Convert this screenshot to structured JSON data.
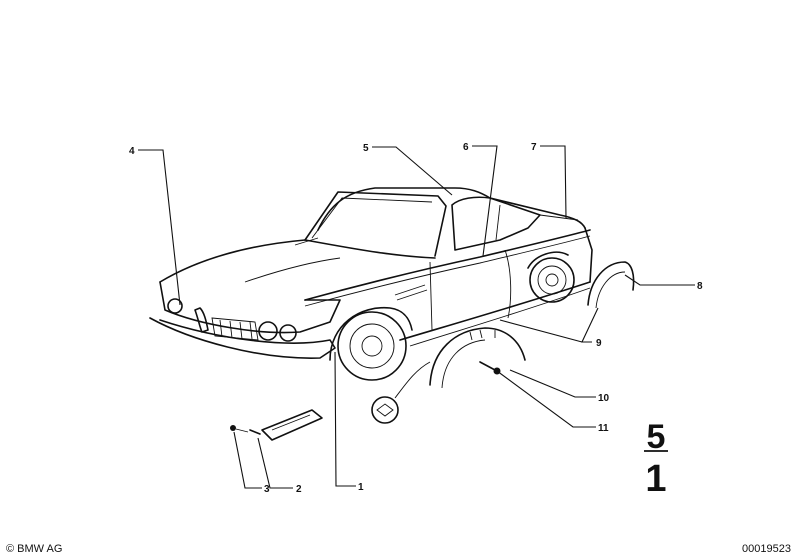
{
  "callouts": [
    {
      "id": "4",
      "label": "4"
    },
    {
      "id": "5",
      "label": "5"
    },
    {
      "id": "6",
      "label": "6"
    },
    {
      "id": "7",
      "label": "7"
    },
    {
      "id": "8",
      "label": "8"
    },
    {
      "id": "9",
      "label": "9"
    },
    {
      "id": "10",
      "label": "10"
    },
    {
      "id": "11",
      "label": "11"
    },
    {
      "id": "1",
      "label": "1"
    },
    {
      "id": "2",
      "label": "2"
    },
    {
      "id": "3",
      "label": "3"
    }
  ],
  "section_marker": {
    "top": "5",
    "bottom": "1"
  },
  "footer": {
    "copyright": "© BMW AG",
    "image_id": "00019523"
  }
}
